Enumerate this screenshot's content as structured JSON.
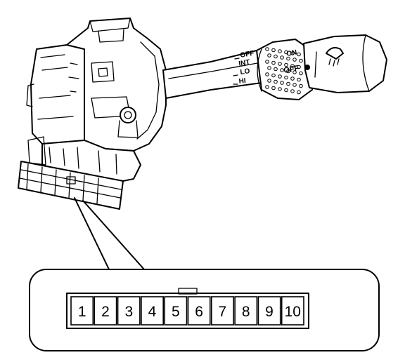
{
  "switch": {
    "wiper_positions": [
      "OFF",
      "INT",
      "LO",
      "HI"
    ],
    "washer_positions": [
      "ON",
      "OFF"
    ]
  },
  "connector": {
    "pins": [
      "1",
      "2",
      "3",
      "4",
      "5",
      "6",
      "7",
      "8",
      "9",
      "10"
    ]
  }
}
